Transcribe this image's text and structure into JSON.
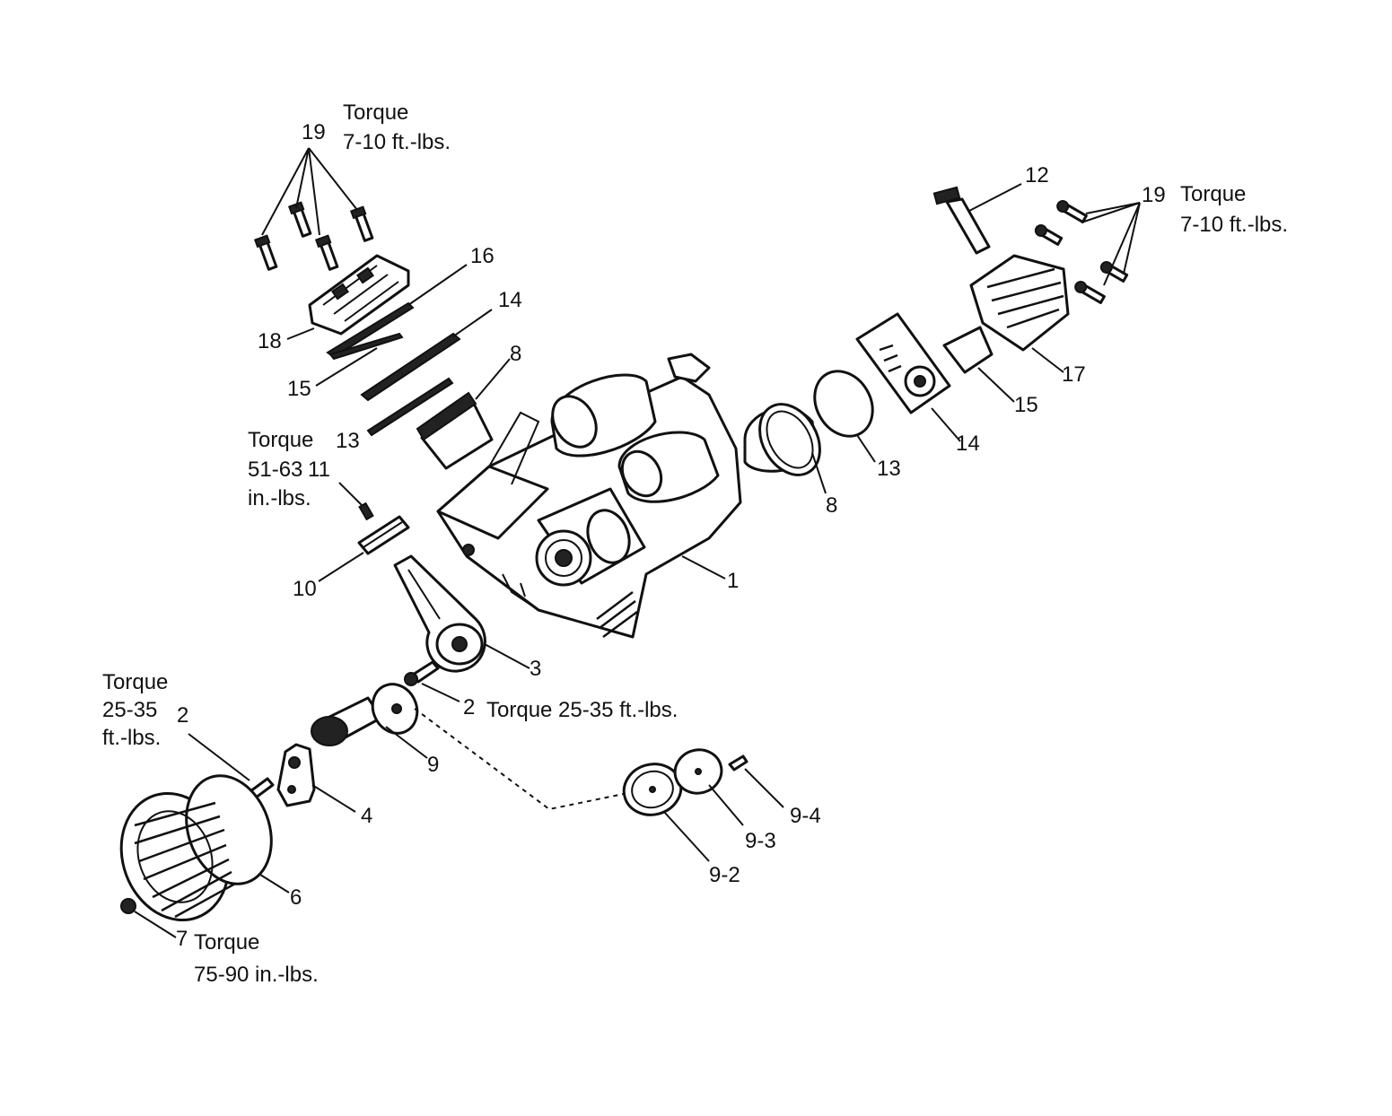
{
  "diagram": {
    "labels": {
      "torque_19_left_title": "Torque",
      "torque_19_left_value": "7-10 ft.-lbs.",
      "torque_19_right_title": "Torque",
      "torque_19_right_value": "7-10 ft.-lbs.",
      "torque_11_title": "Torque",
      "torque_11_value": "51-63",
      "torque_11_unit": "in.-lbs.",
      "torque_2_left_title": "Torque",
      "torque_2_left_value": "25-35",
      "torque_2_left_unit": "ft.-lbs.",
      "torque_2_right": "Torque 25-35 ft.-lbs.",
      "torque_7_title": "Torque",
      "torque_7_value": "75-90 in.-lbs."
    },
    "callouts": {
      "p1": "1",
      "p2a": "2",
      "p2b": "2",
      "p3": "3",
      "p4": "4",
      "p6": "6",
      "p7": "7",
      "p8a": "8",
      "p8b": "8",
      "p9": "9",
      "p9_2": "9-2",
      "p9_3": "9-3",
      "p9_4": "9-4",
      "p10": "10",
      "p11": "11",
      "p12": "12",
      "p13a": "13",
      "p13b": "13",
      "p14a": "14",
      "p14b": "14",
      "p15a": "15",
      "p15b": "15",
      "p16": "16",
      "p17": "17",
      "p18": "18",
      "p19a": "19",
      "p19b": "19"
    }
  }
}
